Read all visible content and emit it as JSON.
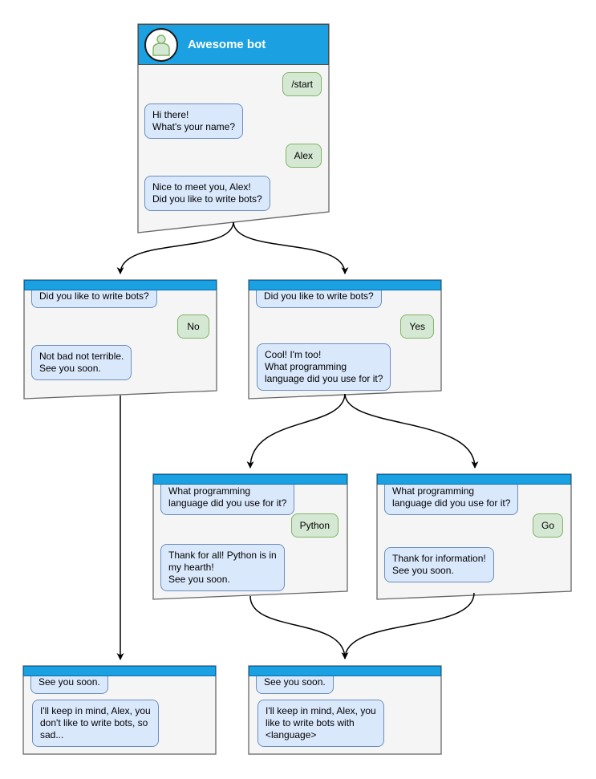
{
  "colors": {
    "titlebar_blue": "#1ba1e2",
    "titlebar_border": "#006eaf",
    "window_fill": "#f5f5f5",
    "window_border": "#666666",
    "bot_bubble_fill": "#dae8fc",
    "bot_bubble_border": "#6c8ebf",
    "user_bubble_fill": "#d5e8d4",
    "user_bubble_border": "#82b366",
    "arrow": "#000000"
  },
  "windows": [
    {
      "id": "root",
      "title": "Awesome bot",
      "messages": [
        {
          "sender": "user",
          "text": "/start"
        },
        {
          "sender": "bot",
          "text": "Hi there!\nWhat's your name?"
        },
        {
          "sender": "user",
          "text": "Alex"
        },
        {
          "sender": "bot",
          "text": "Nice to meet you, Alex!\nDid you like to write bots?"
        }
      ]
    },
    {
      "id": "branch-no",
      "messages": [
        {
          "sender": "bot",
          "text": "Did you like to write bots?"
        },
        {
          "sender": "user",
          "text": "No"
        },
        {
          "sender": "bot",
          "text": "Not bad not terrible.\nSee you soon."
        }
      ]
    },
    {
      "id": "branch-yes",
      "messages": [
        {
          "sender": "bot",
          "text": "Did you like to write bots?"
        },
        {
          "sender": "user",
          "text": "Yes"
        },
        {
          "sender": "bot",
          "text": "Cool! I'm too!\nWhat programming\nlanguage did you use for it?"
        }
      ]
    },
    {
      "id": "branch-python",
      "messages": [
        {
          "sender": "bot",
          "text": "What programming\nlanguage did you use for it?"
        },
        {
          "sender": "user",
          "text": "Python"
        },
        {
          "sender": "bot",
          "text": "Thank for all! Python is in\nmy hearth!\nSee you soon."
        }
      ]
    },
    {
      "id": "branch-go",
      "messages": [
        {
          "sender": "bot",
          "text": "What programming\nlanguage did you use for it?"
        },
        {
          "sender": "user",
          "text": "Go"
        },
        {
          "sender": "bot",
          "text": "Thank for information!\nSee you soon."
        }
      ]
    },
    {
      "id": "end-no",
      "messages": [
        {
          "sender": "bot",
          "text": "See you soon."
        },
        {
          "sender": "bot",
          "text": "I'll keep in mind, Alex, you\ndon't like to write bots, so\nsad..."
        }
      ]
    },
    {
      "id": "end-yes",
      "messages": [
        {
          "sender": "bot",
          "text": "See you soon."
        },
        {
          "sender": "bot",
          "text": "I'll keep in mind, Alex, you\nlike to write bots with\n<language>"
        }
      ]
    }
  ]
}
